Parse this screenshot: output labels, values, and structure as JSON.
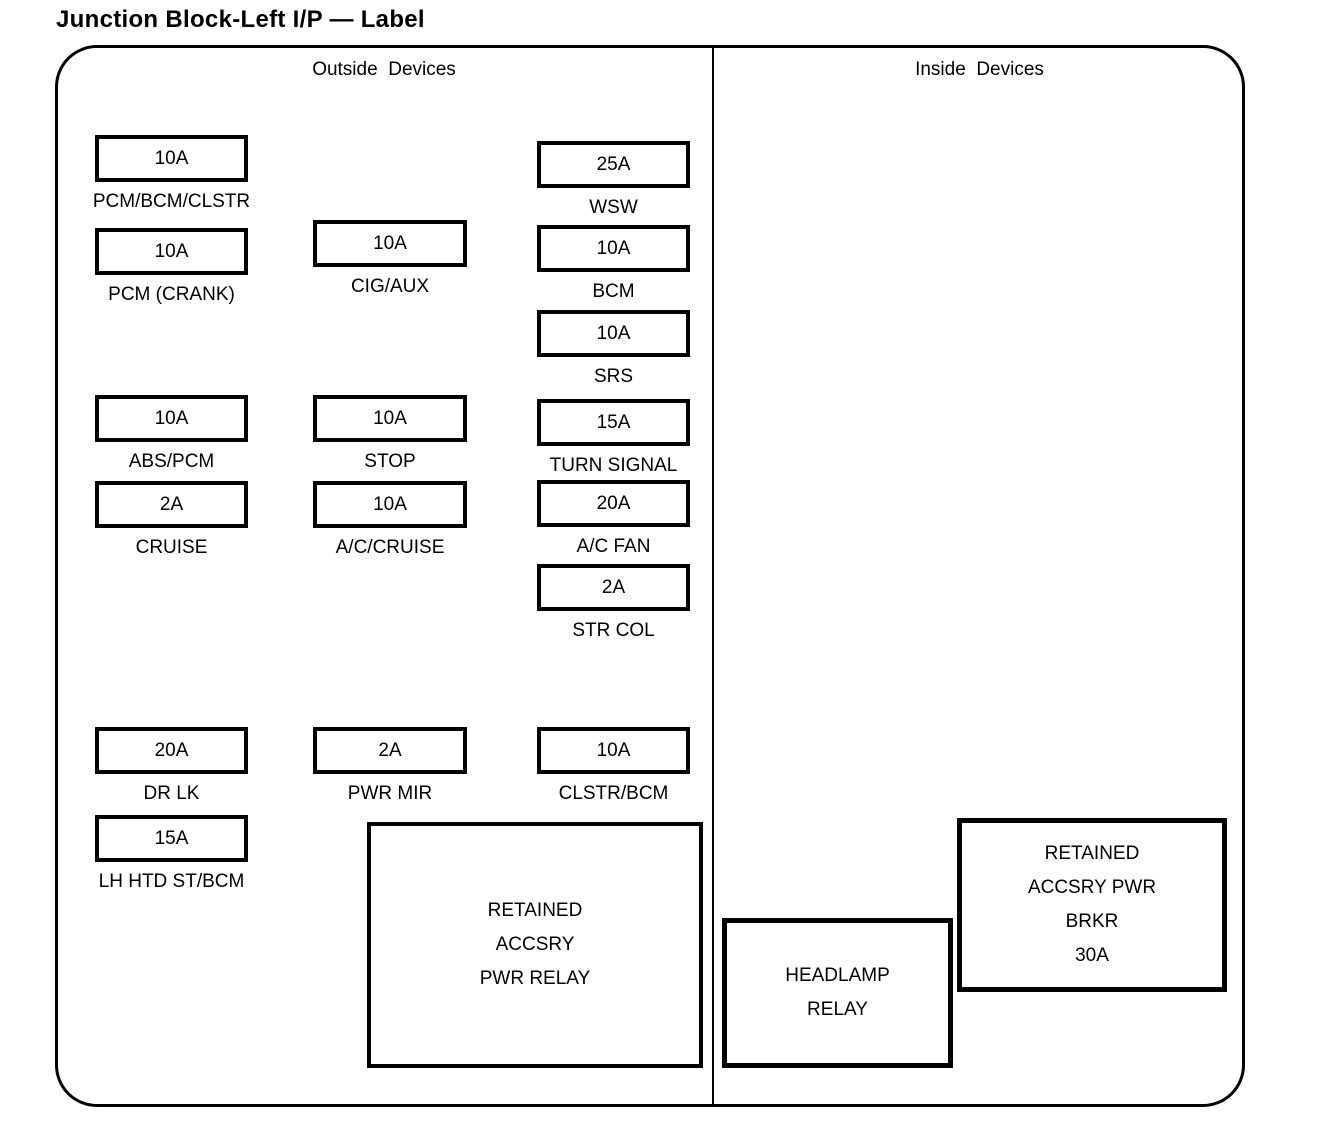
{
  "title": "Junction Block-Left I/P — Label",
  "sections": {
    "outside_header": "Outside  Devices",
    "inside_header": "Inside  Devices"
  },
  "fuses": [
    {
      "amp": "10A",
      "label": "PCM/BCM/CLSTR"
    },
    {
      "amp": "10A",
      "label": "PCM (CRANK)"
    },
    {
      "amp": "10A",
      "label": "ABS/PCM"
    },
    {
      "amp": "2A",
      "label": "CRUISE"
    },
    {
      "amp": "20A",
      "label": "DR LK"
    },
    {
      "amp": "15A",
      "label": "LH HTD ST/BCM"
    },
    {
      "amp": "10A",
      "label": "CIG/AUX"
    },
    {
      "amp": "10A",
      "label": "STOP"
    },
    {
      "amp": "10A",
      "label": "A/C/CRUISE"
    },
    {
      "amp": "2A",
      "label": "PWR MIR"
    },
    {
      "amp": "25A",
      "label": "WSW"
    },
    {
      "amp": "10A",
      "label": "BCM"
    },
    {
      "amp": "10A",
      "label": "SRS"
    },
    {
      "amp": "15A",
      "label": "TURN SIGNAL"
    },
    {
      "amp": "20A",
      "label": "A/C FAN"
    },
    {
      "amp": "2A",
      "label": "STR COL"
    },
    {
      "amp": "10A",
      "label": "CLSTR/BCM"
    }
  ],
  "relays": {
    "retained_accsry_pwr_relay": {
      "lines": [
        "RETAINED",
        "ACCSRY",
        "PWR RELAY"
      ]
    },
    "headlamp_relay": {
      "lines": [
        "HEADLAMP",
        "RELAY"
      ]
    },
    "retained_accsry_pwr_brkr": {
      "lines": [
        "RETAINED",
        "ACCSRY PWR",
        "BRKR",
        "30A"
      ]
    }
  },
  "colors": {
    "ink": "#000000",
    "background": "#ffffff"
  }
}
